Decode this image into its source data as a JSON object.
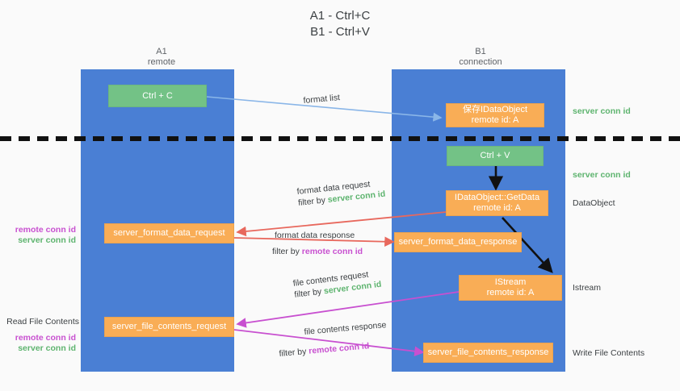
{
  "title": {
    "line1": "A1 - Ctrl+C",
    "line2": "B1 - Ctrl+V"
  },
  "columns": [
    {
      "name": "A1",
      "sub": "remote"
    },
    {
      "name": "B1",
      "sub": "connection"
    }
  ],
  "colors": {
    "lane": "#4a7fd4",
    "green_node": "#73c286",
    "orange_node": "#f9ad56",
    "server_conn_text": "#5eb46f",
    "remote_conn_text": "#c850d0",
    "blue_arrow": "#8ab6e8",
    "red_arrow": "#e8685d",
    "black_arrow": "#000000",
    "magenta_arrow": "#c850d0"
  },
  "nodes": {
    "ctrl_c": {
      "line1": "Ctrl + C",
      "line2": ""
    },
    "store_idataobject": {
      "line1": "保存IDataObject",
      "line2": "remote id: A"
    },
    "ctrl_v": {
      "line1": "Ctrl + V",
      "line2": ""
    },
    "getdata": {
      "line1": "IDataObject::GetData",
      "line2": "remote id: A"
    },
    "server_format_data_request": {
      "line1": "server_format_data_request",
      "line2": ""
    },
    "server_format_data_response": {
      "line1": "server_format_data_response",
      "line2": ""
    },
    "istream": {
      "line1": "IStream",
      "line2": "remote id: A"
    },
    "server_file_contents_request": {
      "line1": "server_file_contents_request",
      "line2": ""
    },
    "server_file_contents_response": {
      "line1": "server_file_contents_response",
      "line2": ""
    }
  },
  "edge_labels": {
    "format_list": "format list",
    "format_data_request": "format data request",
    "format_data_request_filter_prefix": "filter by ",
    "format_data_request_filter_key": "server conn id",
    "format_data_response": "format data response",
    "format_data_response_filter_prefix": "filter by ",
    "format_data_response_filter_key": "remote conn id",
    "file_contents_request": "file contents request",
    "file_contents_request_filter_prefix": "filter by ",
    "file_contents_request_filter_key": "server conn id",
    "file_contents_response": "file contents response",
    "file_contents_response_filter_prefix": "filter by ",
    "file_contents_response_filter_key": "remote conn id"
  },
  "right_labels": {
    "server_conn_id_top": "server conn id",
    "server_conn_id_mid": "server conn id",
    "dataobject": "DataObject",
    "istream": "Istream",
    "write_file_contents": "Write File Contents"
  },
  "left_labels": {
    "remote_conn_id_mid": "remote conn id",
    "server_conn_id_mid": "server conn id",
    "read_file_contents": "Read File Contents",
    "remote_conn_id_bottom": "remote conn id",
    "server_conn_id_bottom": "server conn id"
  }
}
